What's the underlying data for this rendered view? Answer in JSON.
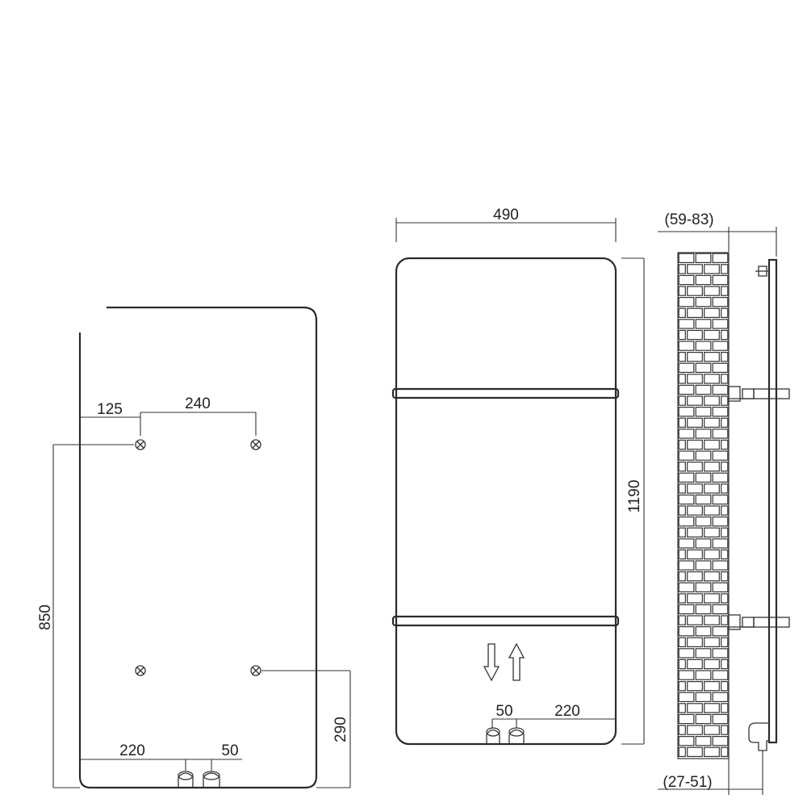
{
  "rear_view": {
    "dim_bracket_offset": "125",
    "dim_bracket_spacing": "240",
    "dim_bracket_vertical": "850",
    "dim_lower_bracket_height": "290",
    "dim_valve_offset": "220",
    "dim_valve_spacing": "50"
  },
  "front_view": {
    "dim_width": "490",
    "dim_height": "1190",
    "dim_valve_spacing": "50",
    "dim_valve_offset": "220",
    "flow_arrows": [
      "arrow-down-icon",
      "arrow-up-icon"
    ]
  },
  "side_view": {
    "dim_wall_distance": "(59-83)",
    "dim_valve_distance": "(27-51)"
  }
}
